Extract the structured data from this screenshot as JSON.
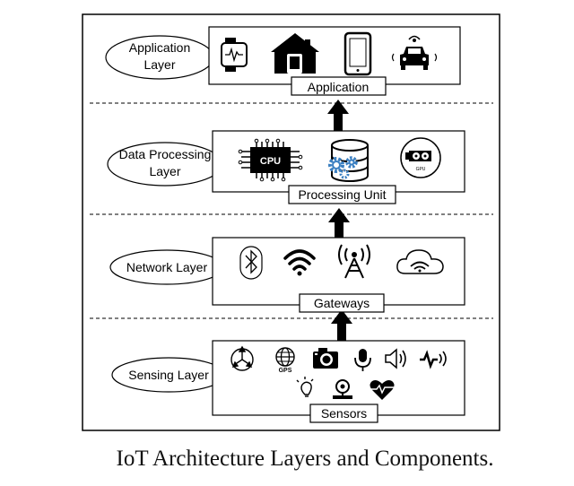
{
  "caption": "IoT Architecture Layers and Components.",
  "layers": [
    {
      "name_line1": "Application",
      "name_line2": "Layer",
      "box_label": "Application",
      "icons": [
        "smartwatch-icon",
        "smart-home-icon",
        "smartphone-icon",
        "connected-car-icon"
      ]
    },
    {
      "name_line1": "Data Processing",
      "name_line2": "Layer",
      "box_label": "Processing Unit",
      "icons": [
        "cpu-chip-icon",
        "database-gears-icon",
        "gpu-icon"
      ],
      "cpu_text": "CPU",
      "gpu_text": "GPU"
    },
    {
      "name": "Network Layer",
      "box_label": "Gateways",
      "icons": [
        "bluetooth-icon",
        "wifi-icon",
        "cell-tower-icon",
        "cloud-wifi-icon"
      ]
    },
    {
      "name": "Sensing Layer",
      "box_label": "Sensors",
      "icons": [
        "accelerometer-icon",
        "gps-globe-icon",
        "camera-icon",
        "microphone-icon",
        "speaker-icon",
        "vibration-icon",
        "light-bulb-icon",
        "proximity-sensor-icon",
        "heart-rate-icon"
      ],
      "gps_text": "GPS"
    }
  ],
  "colors": {
    "stroke": "#000000",
    "background": "#ffffff",
    "gear": "#3a7fc1"
  }
}
